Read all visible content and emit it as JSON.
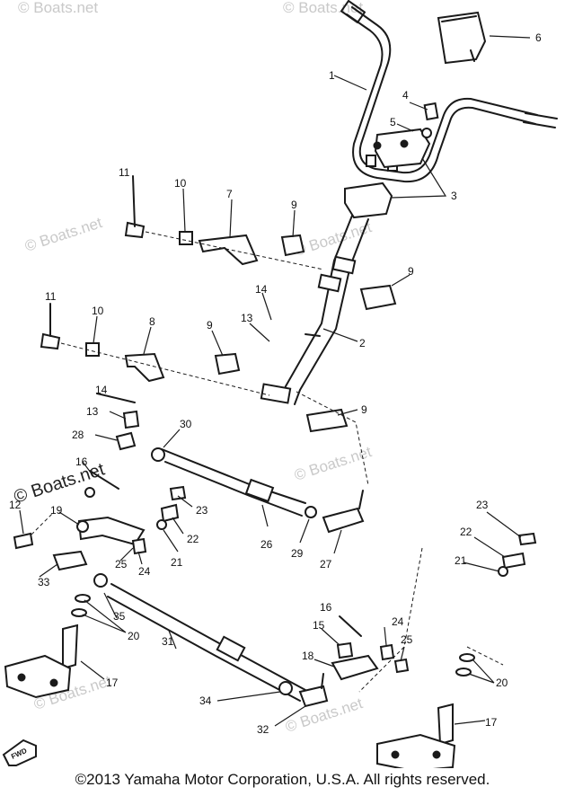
{
  "copyright": "©2013 Yamaha Motor Corporation, U.S.A. All rights reserved.",
  "watermark": "© Boats.net",
  "direction_marker": "FWD",
  "callouts": [
    "1",
    "2",
    "3",
    "4",
    "5",
    "6",
    "7",
    "8",
    "9",
    "9",
    "9",
    "9",
    "9",
    "10",
    "10",
    "11",
    "11",
    "12",
    "13",
    "13",
    "14",
    "14",
    "15",
    "16",
    "16",
    "17",
    "17",
    "18",
    "19",
    "20",
    "20",
    "21",
    "21",
    "22",
    "22",
    "23",
    "23",
    "24",
    "24",
    "25",
    "25",
    "26",
    "27",
    "28",
    "29",
    "30",
    "31",
    "32",
    "33",
    "34",
    "35"
  ]
}
